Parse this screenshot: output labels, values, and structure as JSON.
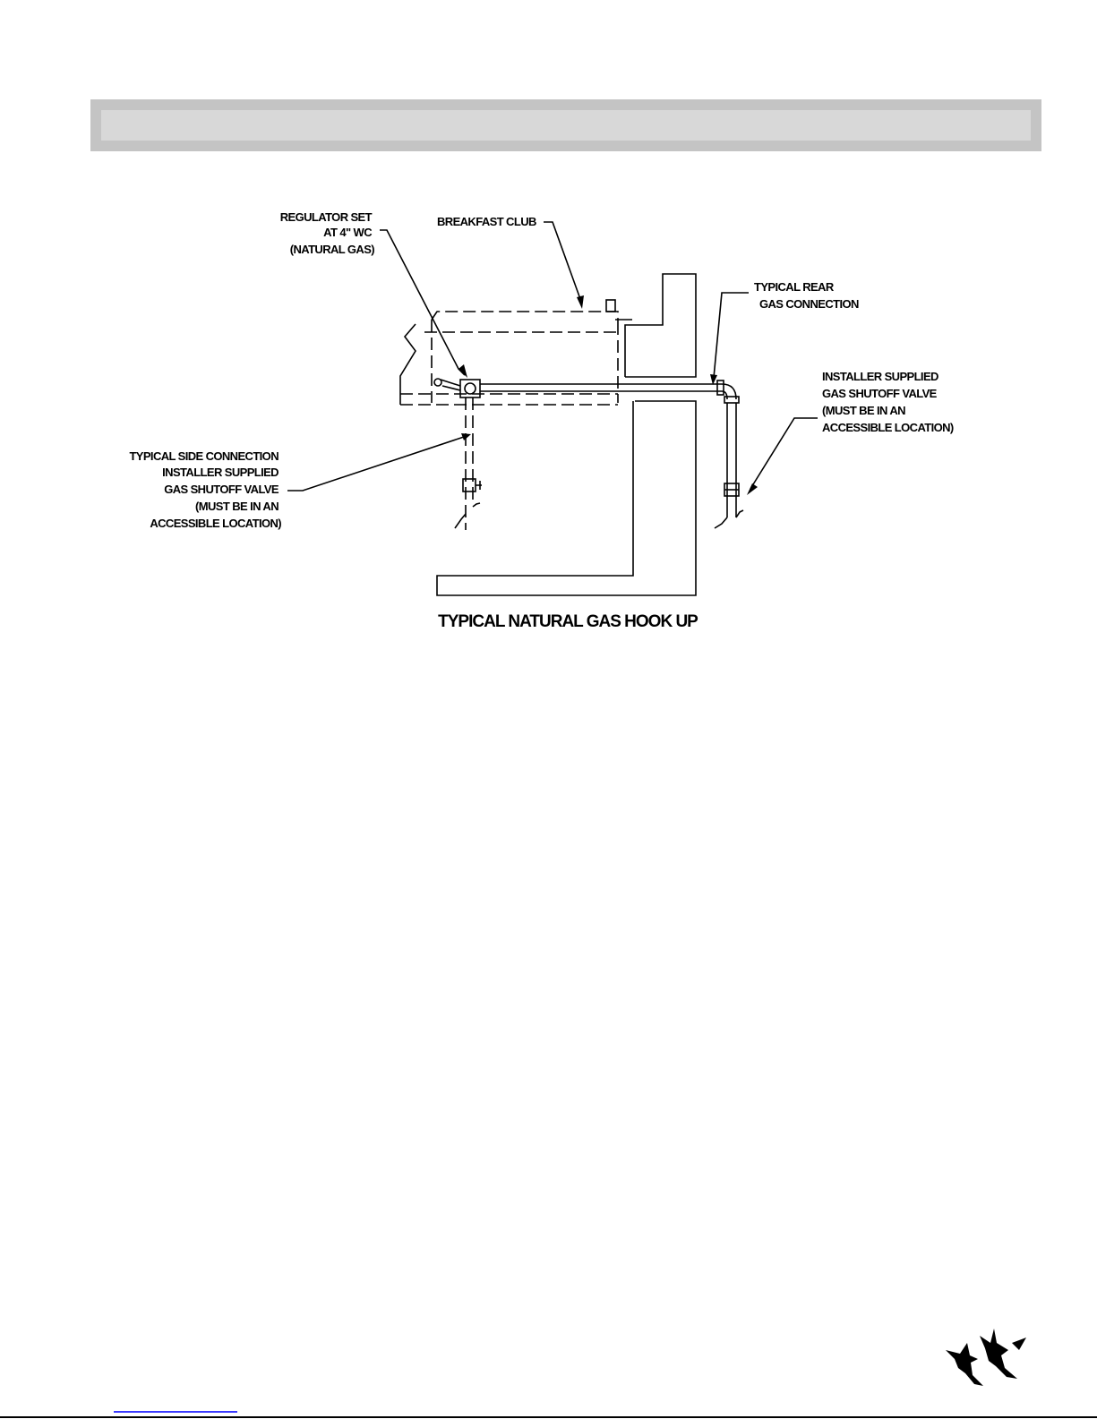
{
  "header": {
    "title": ""
  },
  "diagram": {
    "caption": "TYPICAL NATURAL GAS HOOK UP",
    "labels": {
      "regulator": [
        "REGULATOR SET",
        "AT 4\" WC",
        "(NATURAL GAS)"
      ],
      "breakfast_club": [
        "BREAKFAST CLUB"
      ],
      "rear_connection": [
        "TYPICAL REAR",
        "GAS CONNECTION"
      ],
      "rear_valve": [
        "INSTALLER SUPPLIED",
        "GAS SHUTOFF VALVE",
        "(MUST BE IN AN",
        "ACCESSIBLE LOCATION)"
      ],
      "side_connection": [
        "TYPICAL SIDE CONNECTION",
        "INSTALLER SUPPLIED",
        "GAS SHUTOFF VALVE",
        "(MUST BE IN AN",
        "ACCESSIBLE LOCATION)"
      ]
    }
  },
  "footer": {
    "logo": "geese-logo-icon",
    "link_text": ""
  }
}
